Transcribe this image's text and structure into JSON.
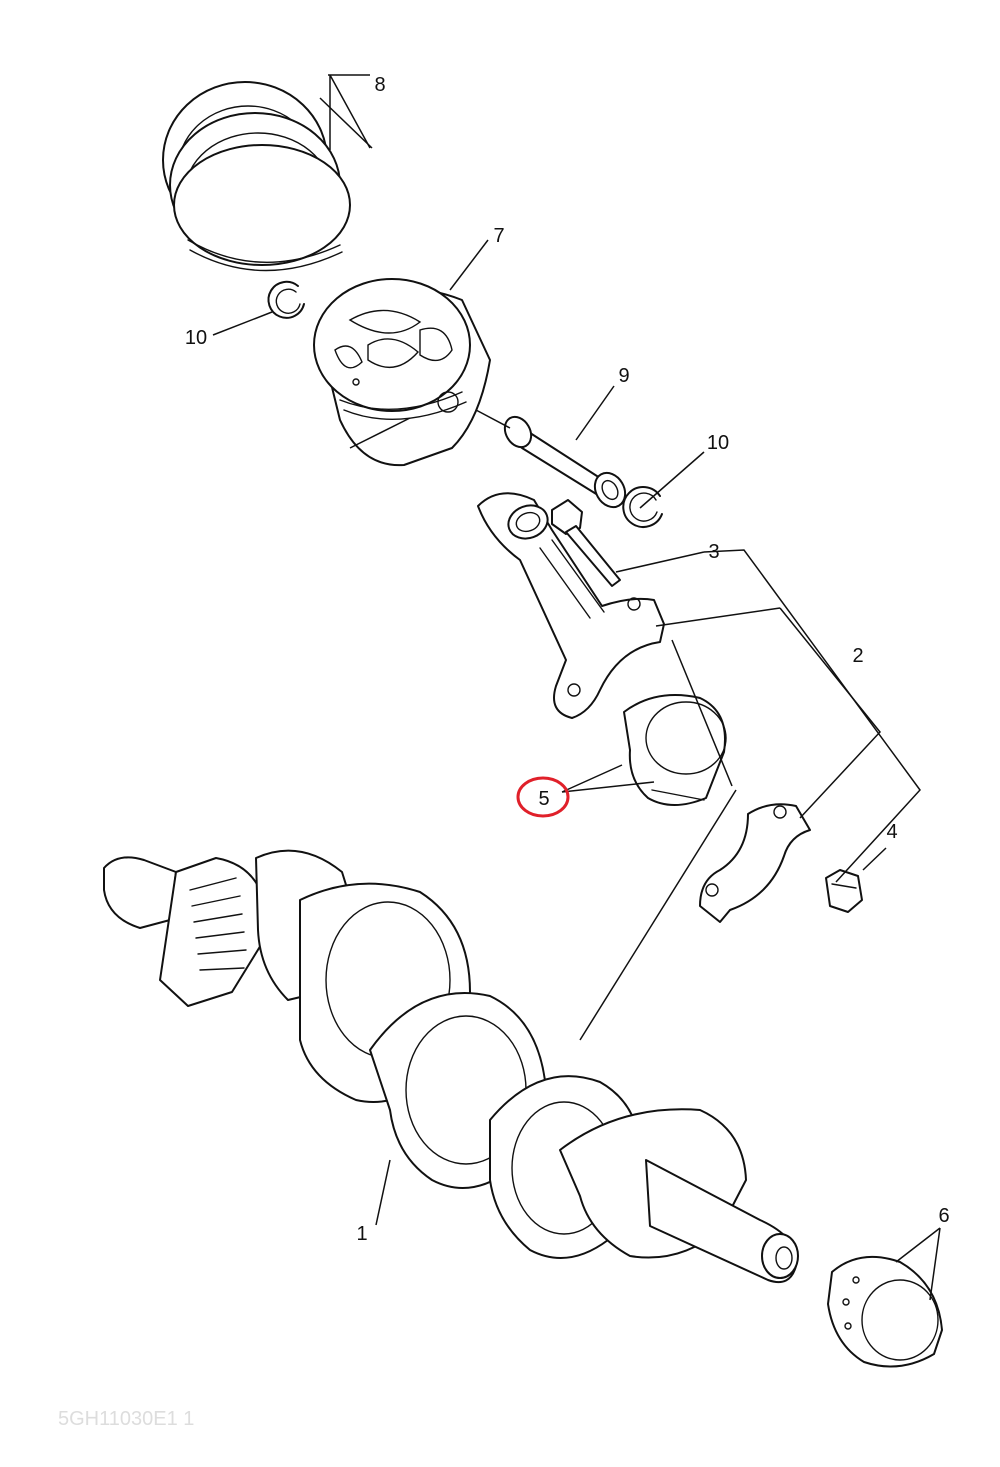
{
  "diagram": {
    "callouts": [
      {
        "id": "1",
        "label": "1"
      },
      {
        "id": "2",
        "label": "2"
      },
      {
        "id": "3",
        "label": "3"
      },
      {
        "id": "4",
        "label": "4"
      },
      {
        "id": "5",
        "label": "5",
        "highlighted": true
      },
      {
        "id": "6",
        "label": "6"
      },
      {
        "id": "7",
        "label": "7"
      },
      {
        "id": "8",
        "label": "8"
      },
      {
        "id": "9",
        "label": "9"
      },
      {
        "id": "10a",
        "label": "10"
      },
      {
        "id": "10b",
        "label": "10"
      }
    ],
    "highlight_color": "#e0202a",
    "watermark": "5GH11030E1 1"
  }
}
